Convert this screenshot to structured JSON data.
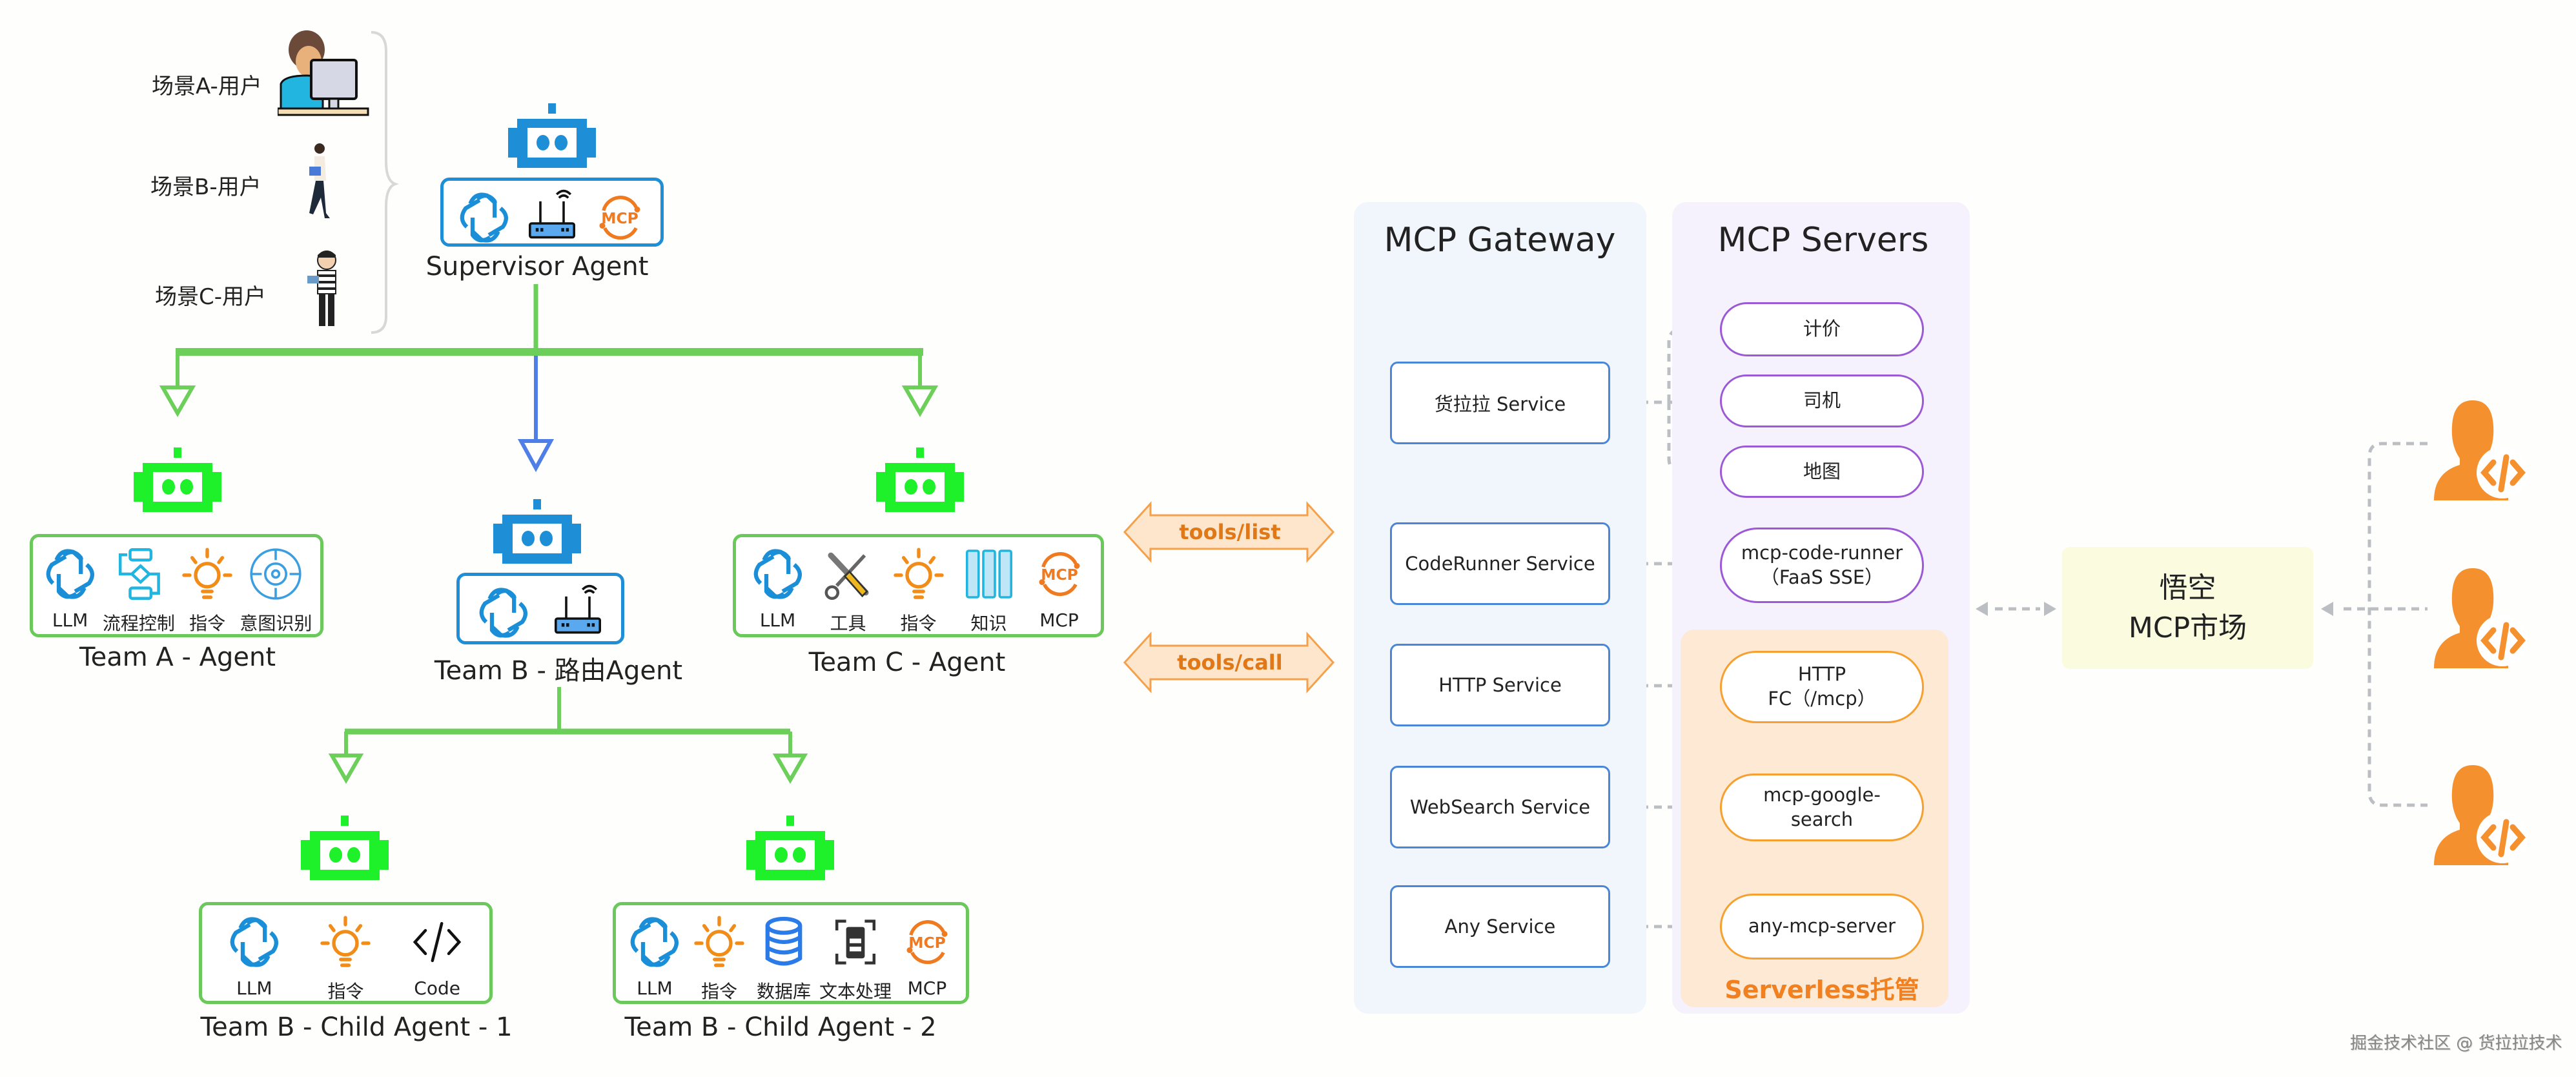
{
  "users": [
    {
      "label": "场景A-用户",
      "icon": "user-at-computer-icon"
    },
    {
      "label": "场景B-用户",
      "icon": "walking-user-icon"
    },
    {
      "label": "场景C-用户",
      "icon": "standing-user-icon"
    }
  ],
  "supervisor": {
    "label": "Supervisor Agent",
    "tools": [
      {
        "icon": "openai-icon",
        "label": ""
      },
      {
        "icon": "router-icon",
        "label": ""
      },
      {
        "icon": "mcp-icon",
        "label": ""
      }
    ]
  },
  "team_a": {
    "label": "Team A - Agent",
    "tools": [
      {
        "icon": "openai-icon",
        "label": "LLM"
      },
      {
        "icon": "flow-control-icon",
        "label": "流程控制"
      },
      {
        "icon": "lightbulb-icon",
        "label": "指令"
      },
      {
        "icon": "target-icon",
        "label": "意图识别"
      }
    ]
  },
  "team_b": {
    "label": "Team B - 路由Agent",
    "tools": [
      {
        "icon": "openai-icon",
        "label": ""
      },
      {
        "icon": "router-icon",
        "label": ""
      }
    ]
  },
  "team_c": {
    "label": "Team C - Agent",
    "tools": [
      {
        "icon": "openai-icon",
        "label": "LLM"
      },
      {
        "icon": "tools-icon",
        "label": "工具"
      },
      {
        "icon": "lightbulb-icon",
        "label": "指令"
      },
      {
        "icon": "books-icon",
        "label": "知识"
      },
      {
        "icon": "mcp-icon",
        "label": "MCP"
      }
    ]
  },
  "child_1": {
    "label": "Team B - Child Agent - 1",
    "tools": [
      {
        "icon": "openai-icon",
        "label": "LLM"
      },
      {
        "icon": "lightbulb-icon",
        "label": "指令"
      },
      {
        "icon": "code-icon",
        "label": "Code"
      }
    ]
  },
  "child_2": {
    "label": "Team B - Child Agent - 2",
    "tools": [
      {
        "icon": "openai-icon",
        "label": "LLM"
      },
      {
        "icon": "lightbulb-icon",
        "label": "指令"
      },
      {
        "icon": "database-icon",
        "label": "数据库"
      },
      {
        "icon": "document-scan-icon",
        "label": "文本处理"
      },
      {
        "icon": "mcp-icon",
        "label": "MCP"
      }
    ]
  },
  "protocol_arrows": [
    {
      "label": "tools/list"
    },
    {
      "label": "tools/call"
    }
  ],
  "gateway": {
    "title": "MCP Gateway",
    "services": [
      {
        "label": "货拉拉 Service"
      },
      {
        "label": "CodeRunner Service"
      },
      {
        "label": "HTTP Service"
      },
      {
        "label": "WebSearch Service"
      },
      {
        "label": "Any Service"
      }
    ]
  },
  "servers": {
    "title": "MCP Servers",
    "items": [
      {
        "lines": [
          "计价"
        ],
        "style": "purple"
      },
      {
        "lines": [
          "司机"
        ],
        "style": "purple"
      },
      {
        "lines": [
          "地图"
        ],
        "style": "purple"
      },
      {
        "lines": [
          "mcp-code-runner",
          "（FaaS SSE）"
        ],
        "style": "purple"
      },
      {
        "lines": [
          "HTTP",
          "FC（/mcp）"
        ],
        "style": "orange"
      },
      {
        "lines": [
          "mcp-google-",
          "search"
        ],
        "style": "orange"
      },
      {
        "lines": [
          "any-mcp-server"
        ],
        "style": "orange"
      }
    ],
    "serverless_label": "Serverless托管"
  },
  "market": {
    "line1": "悟空",
    "line2": "MCP市场"
  },
  "developers": [
    {
      "icon": "developer-icon"
    },
    {
      "icon": "developer-icon"
    },
    {
      "icon": "developer-icon"
    }
  ],
  "footer": "掘金技术社区 @ 货拉拉技术",
  "colors": {
    "green_line": "#6bcf5a",
    "blue_line": "#4f7fe6",
    "robot_blue": "#1e8ed6",
    "robot_green": "#1ef02a",
    "mcp_orange": "#f07a20",
    "service_border": "#4a86d8",
    "server_purple": "#9b59d6",
    "server_orange": "#f5a030"
  }
}
